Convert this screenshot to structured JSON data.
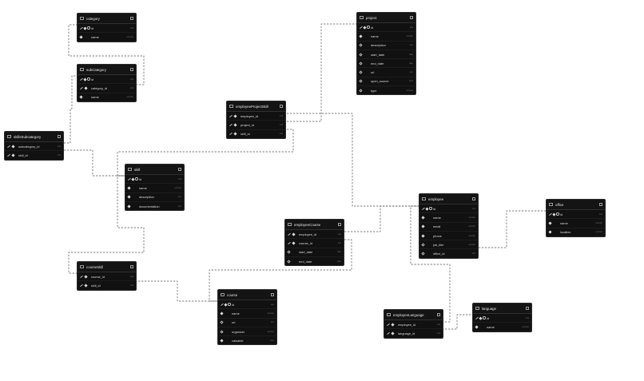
{
  "diagram": {
    "tables": [
      {
        "id": "category",
        "name": "category",
        "fields": [
          {
            "name": "id",
            "type": "int4",
            "pk": true,
            "fk": false,
            "nullable": false
          },
          {
            "name": "name",
            "type": "varchar",
            "pk": false,
            "fk": false,
            "nullable": false
          }
        ]
      },
      {
        "id": "subCategory",
        "name": "subCategory",
        "fields": [
          {
            "name": "id",
            "type": "int4",
            "pk": true,
            "fk": false,
            "nullable": false
          },
          {
            "name": "category_id",
            "type": "int4",
            "pk": false,
            "fk": true,
            "nullable": false
          },
          {
            "name": "name",
            "type": "varchar",
            "pk": false,
            "fk": false,
            "nullable": false
          }
        ]
      },
      {
        "id": "skillsSubcategory",
        "name": "skillsSubcategory",
        "fields": [
          {
            "name": "subcategory_id",
            "type": "int4",
            "pk": false,
            "fk": true,
            "nullable": false
          },
          {
            "name": "skill_id",
            "type": "int4",
            "pk": false,
            "fk": true,
            "nullable": false
          }
        ]
      },
      {
        "id": "project",
        "name": "project",
        "fields": [
          {
            "name": "id",
            "type": "int4",
            "pk": true,
            "fk": false,
            "nullable": false
          },
          {
            "name": "name",
            "type": "varchar",
            "pk": false,
            "fk": false,
            "nullable": false
          },
          {
            "name": "description",
            "type": "text",
            "pk": false,
            "fk": false,
            "nullable": true
          },
          {
            "name": "start_date",
            "type": "date",
            "pk": false,
            "fk": false,
            "nullable": true
          },
          {
            "name": "end_date",
            "type": "date",
            "pk": false,
            "fk": false,
            "nullable": true
          },
          {
            "name": "url",
            "type": "text",
            "pk": false,
            "fk": false,
            "nullable": true
          },
          {
            "name": "open_source",
            "type": "bool",
            "pk": false,
            "fk": false,
            "nullable": true
          },
          {
            "name": "type",
            "type": "varchar",
            "pk": false,
            "fk": false,
            "nullable": true
          }
        ]
      },
      {
        "id": "employeeProjectSkill",
        "name": "employeeProjectSkill",
        "fields": [
          {
            "name": "employee_id",
            "type": "int4",
            "pk": false,
            "fk": true,
            "nullable": false
          },
          {
            "name": "project_id",
            "type": "int4",
            "pk": false,
            "fk": true,
            "nullable": false
          },
          {
            "name": "skill_id",
            "type": "int4",
            "pk": false,
            "fk": true,
            "nullable": false
          }
        ]
      },
      {
        "id": "skill",
        "name": "skill",
        "fields": [
          {
            "name": "id",
            "type": "int4",
            "pk": true,
            "fk": false,
            "nullable": false
          },
          {
            "name": "name",
            "type": "varchar",
            "pk": false,
            "fk": false,
            "nullable": false
          },
          {
            "name": "description",
            "type": "text",
            "pk": false,
            "fk": false,
            "nullable": false
          },
          {
            "name": "documentation",
            "type": "text",
            "pk": false,
            "fk": false,
            "nullable": false
          }
        ]
      },
      {
        "id": "employee",
        "name": "employee",
        "fields": [
          {
            "name": "id",
            "type": "int4",
            "pk": true,
            "fk": false,
            "nullable": false
          },
          {
            "name": "name",
            "type": "varchar",
            "pk": false,
            "fk": false,
            "nullable": false
          },
          {
            "name": "email",
            "type": "varchar",
            "pk": false,
            "fk": false,
            "nullable": false
          },
          {
            "name": "phone",
            "type": "varchar",
            "pk": false,
            "fk": false,
            "nullable": false
          },
          {
            "name": "job_title",
            "type": "varchar",
            "pk": false,
            "fk": false,
            "nullable": true
          },
          {
            "name": "office_id",
            "type": "int4",
            "pk": false,
            "fk": false,
            "nullable": true
          }
        ]
      },
      {
        "id": "office",
        "name": "office",
        "fields": [
          {
            "name": "id",
            "type": "int4",
            "pk": true,
            "fk": false,
            "nullable": false
          },
          {
            "name": "name",
            "type": "varchar",
            "pk": false,
            "fk": false,
            "nullable": false
          },
          {
            "name": "location",
            "type": "varchar",
            "pk": false,
            "fk": false,
            "nullable": false
          }
        ]
      },
      {
        "id": "employeeCourse",
        "name": "employeeCourse",
        "fields": [
          {
            "name": "employee_id",
            "type": "int4",
            "pk": false,
            "fk": true,
            "nullable": false
          },
          {
            "name": "course_id",
            "type": "int4",
            "pk": false,
            "fk": true,
            "nullable": false
          },
          {
            "name": "start_date",
            "type": "date",
            "pk": false,
            "fk": false,
            "nullable": true
          },
          {
            "name": "end_date",
            "type": "date",
            "pk": false,
            "fk": false,
            "nullable": true
          }
        ]
      },
      {
        "id": "courseSkill",
        "name": "courseSkill",
        "fields": [
          {
            "name": "course_id",
            "type": "int4",
            "pk": false,
            "fk": true,
            "nullable": false
          },
          {
            "name": "skill_id",
            "type": "int4",
            "pk": false,
            "fk": true,
            "nullable": false
          }
        ]
      },
      {
        "id": "course",
        "name": "course",
        "fields": [
          {
            "name": "id",
            "type": "int4",
            "pk": true,
            "fk": false,
            "nullable": false
          },
          {
            "name": "name",
            "type": "varchar",
            "pk": false,
            "fk": false,
            "nullable": false
          },
          {
            "name": "url",
            "type": "text",
            "pk": false,
            "fk": false,
            "nullable": true
          },
          {
            "name": "organizer",
            "type": "varchar",
            "pk": false,
            "fk": false,
            "nullable": true
          },
          {
            "name": "valuable",
            "type": "bool",
            "pk": false,
            "fk": false,
            "nullable": false
          }
        ]
      },
      {
        "id": "employeeLanguage",
        "name": "employeeLanguage",
        "fields": [
          {
            "name": "employee_id",
            "type": "int4",
            "pk": false,
            "fk": true,
            "nullable": false
          },
          {
            "name": "language_id",
            "type": "int4",
            "pk": false,
            "fk": true,
            "nullable": false
          }
        ]
      },
      {
        "id": "language",
        "name": "language",
        "fields": [
          {
            "name": "id",
            "type": "int4",
            "pk": true,
            "fk": false,
            "nullable": false
          },
          {
            "name": "name",
            "type": "varchar",
            "pk": false,
            "fk": false,
            "nullable": false
          }
        ]
      }
    ],
    "relations": [
      {
        "from": "subCategory.category_id",
        "to": "category.id"
      },
      {
        "from": "skillsSubcategory.subcategory_id",
        "to": "subCategory.id"
      },
      {
        "from": "skillsSubcategory.skill_id",
        "to": "skill.id"
      },
      {
        "from": "employeeProjectSkill.project_id",
        "to": "project.id"
      },
      {
        "from": "employeeProjectSkill.skill_id",
        "to": "skill.id"
      },
      {
        "from": "employeeProjectSkill.employee_id",
        "to": "employee.id"
      },
      {
        "from": "employee.office_id",
        "to": "office.id"
      },
      {
        "from": "employeeCourse.employee_id",
        "to": "employee.id"
      },
      {
        "from": "employeeCourse.course_id",
        "to": "course.id"
      },
      {
        "from": "courseSkill.skill_id",
        "to": "skill.id"
      },
      {
        "from": "courseSkill.course_id",
        "to": "course.id"
      },
      {
        "from": "employeeLanguage.employee_id",
        "to": "employee.id"
      },
      {
        "from": "employeeLanguage.language_id",
        "to": "language.id"
      }
    ]
  },
  "colors": {
    "canvas": "#ffffff",
    "table_bg": "#111111",
    "edge": "#555555"
  }
}
